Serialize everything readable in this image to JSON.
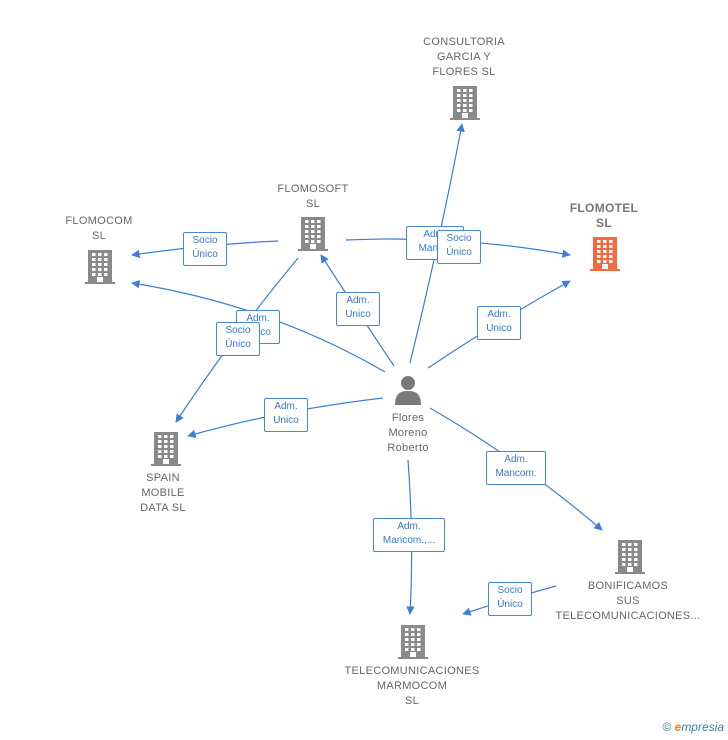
{
  "colors": {
    "edge": "#3a7fd5",
    "building": "#8a8a8a",
    "focus_building": "#f26a3d",
    "person": "#7a7a7a"
  },
  "nodes": {
    "consultoria": {
      "lines": [
        "CONSULTORIA",
        "GARCIA Y",
        "FLORES  SL"
      ]
    },
    "flomosoft": {
      "lines": [
        "FLOMOSOFT",
        "SL"
      ]
    },
    "flomocom": {
      "lines": [
        "FLOMOCOM",
        "SL"
      ]
    },
    "flomotel": {
      "lines": [
        "FLOMOTEL",
        "SL"
      ]
    },
    "spain": {
      "lines": [
        "SPAIN",
        "MOBILE",
        "DATA  SL"
      ]
    },
    "person": {
      "lines": [
        "Flores",
        "Moreno",
        "Roberto"
      ]
    },
    "bonificamos": {
      "lines": [
        "BONIFICAMOS",
        "SUS",
        "TELECOMUNICACIONES..."
      ]
    },
    "telecom": {
      "lines": [
        "TELECOMUNICACIONES",
        "MARMOCOM",
        "SL"
      ]
    }
  },
  "edge_labels": {
    "flomosoft_flomocom": [
      "Socio",
      "Único"
    ],
    "person_flomocom": [
      "Adm.",
      "Unico"
    ],
    "flomosoft_spain": [
      "Socio",
      "Único"
    ],
    "person_flomosoft": [
      "Adm.",
      "Unico"
    ],
    "person_consultoria": [
      "Adm.",
      "Manc..."
    ],
    "flomosoft_flomotel": [
      "Socio",
      "Único"
    ],
    "person_flomotel": [
      "Adm.",
      "Unico"
    ],
    "person_spain": [
      "Adm.",
      "Unico"
    ],
    "person_bonificamos": [
      "Adm.",
      "Mancom."
    ],
    "person_telecom": [
      "Adm.",
      "Mancom.,..."
    ],
    "bonificamos_telecom": [
      "Socio",
      "Único"
    ]
  },
  "footer": {
    "copyright": "©",
    "brand_e": "e",
    "brand_rest": "mpresia"
  }
}
